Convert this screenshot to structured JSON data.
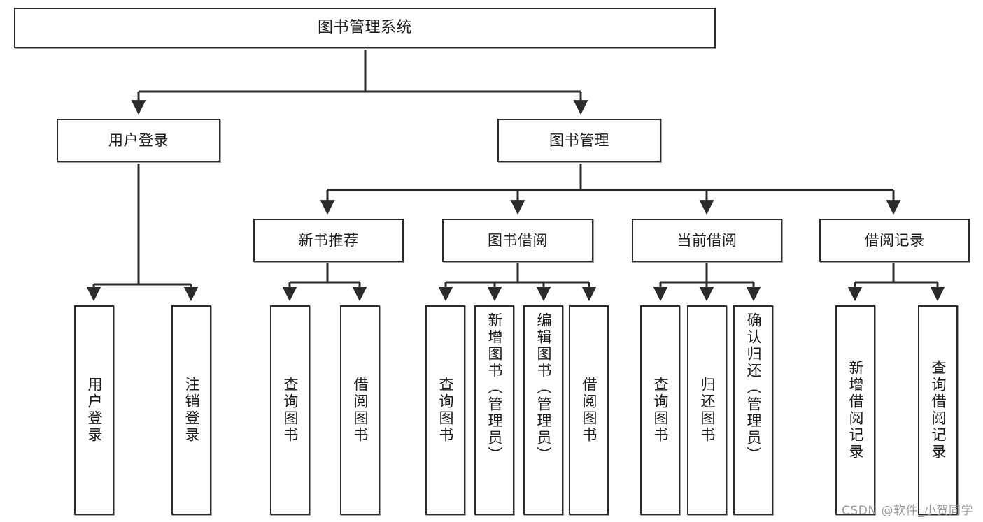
{
  "diagram": {
    "title": "图书管理系统",
    "type": "tree-hierarchy",
    "root": {
      "id": "root",
      "label": "图书管理系统"
    },
    "level2": [
      {
        "id": "user-login",
        "label": "用户登录"
      },
      {
        "id": "book-management",
        "label": "图书管理"
      }
    ],
    "level3": [
      {
        "id": "new-book-recommend",
        "label": "新书推荐",
        "parent": "book-management"
      },
      {
        "id": "book-borrow",
        "label": "图书借阅",
        "parent": "book-management"
      },
      {
        "id": "current-borrow",
        "label": "当前借阅",
        "parent": "book-management"
      },
      {
        "id": "borrow-record",
        "label": "借阅记录",
        "parent": "book-management"
      }
    ],
    "leaves": {
      "user_login": [
        {
          "id": "leaf-user-login",
          "label": "用户登录"
        },
        {
          "id": "leaf-user-logout",
          "label": "注销登录"
        }
      ],
      "new_book_recommend": [
        {
          "id": "leaf-query-book-1",
          "label": "查询图书"
        },
        {
          "id": "leaf-borrow-book-1",
          "label": "借阅图书"
        }
      ],
      "book_borrow": [
        {
          "id": "leaf-query-book-2",
          "label": "查询图书"
        },
        {
          "id": "leaf-add-book-admin",
          "label": "新增图书（管理员）"
        },
        {
          "id": "leaf-edit-book-admin",
          "label": "编辑图书（管理员）"
        },
        {
          "id": "leaf-borrow-book-2",
          "label": "借阅图书"
        }
      ],
      "current_borrow": [
        {
          "id": "leaf-query-book-3",
          "label": "查询图书"
        },
        {
          "id": "leaf-return-book",
          "label": "归还图书"
        },
        {
          "id": "leaf-confirm-return-admin",
          "label": "确认归还（管理员）"
        }
      ],
      "borrow_record": [
        {
          "id": "leaf-add-borrow-record",
          "label": "新增借阅记录"
        },
        {
          "id": "leaf-query-borrow-record",
          "label": "查询借阅记录"
        }
      ]
    }
  },
  "watermark": {
    "text": "CSDN @软件_小贺同学"
  },
  "colors": {
    "stroke": "#2b2b2b",
    "fill": "#ffffff",
    "text": "#1c1c1c",
    "watermark": "#9a9a9a"
  }
}
